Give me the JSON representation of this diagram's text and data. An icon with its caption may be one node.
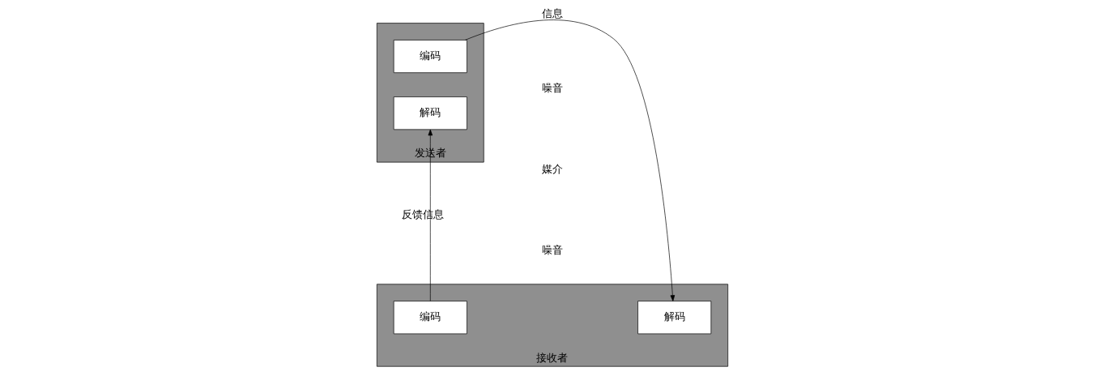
{
  "diagram": {
    "nodes": [
      {
        "text": [
          "发送者"
        ]
      },
      {
        "text": [
          "编码"
        ],
        "in": 0
      },
      {
        "text": [
          "解码"
        ],
        "in": 0
      },
      {
        "text": [
          "接收者"
        ]
      },
      {
        "text": [
          "解码"
        ],
        "in": 3
      },
      {
        "text": [
          "编码"
        ],
        "in": 3
      }
    ],
    "edges": [
      {
        "from": 1,
        "to": 4,
        "arrow": "to",
        "label": "信息"
      },
      {
        "from": 5,
        "to": 2,
        "arrow": "to",
        "label": "反馈信息"
      }
    ],
    "labels": [
      "噪音",
      "媒介",
      "噪音"
    ]
  }
}
